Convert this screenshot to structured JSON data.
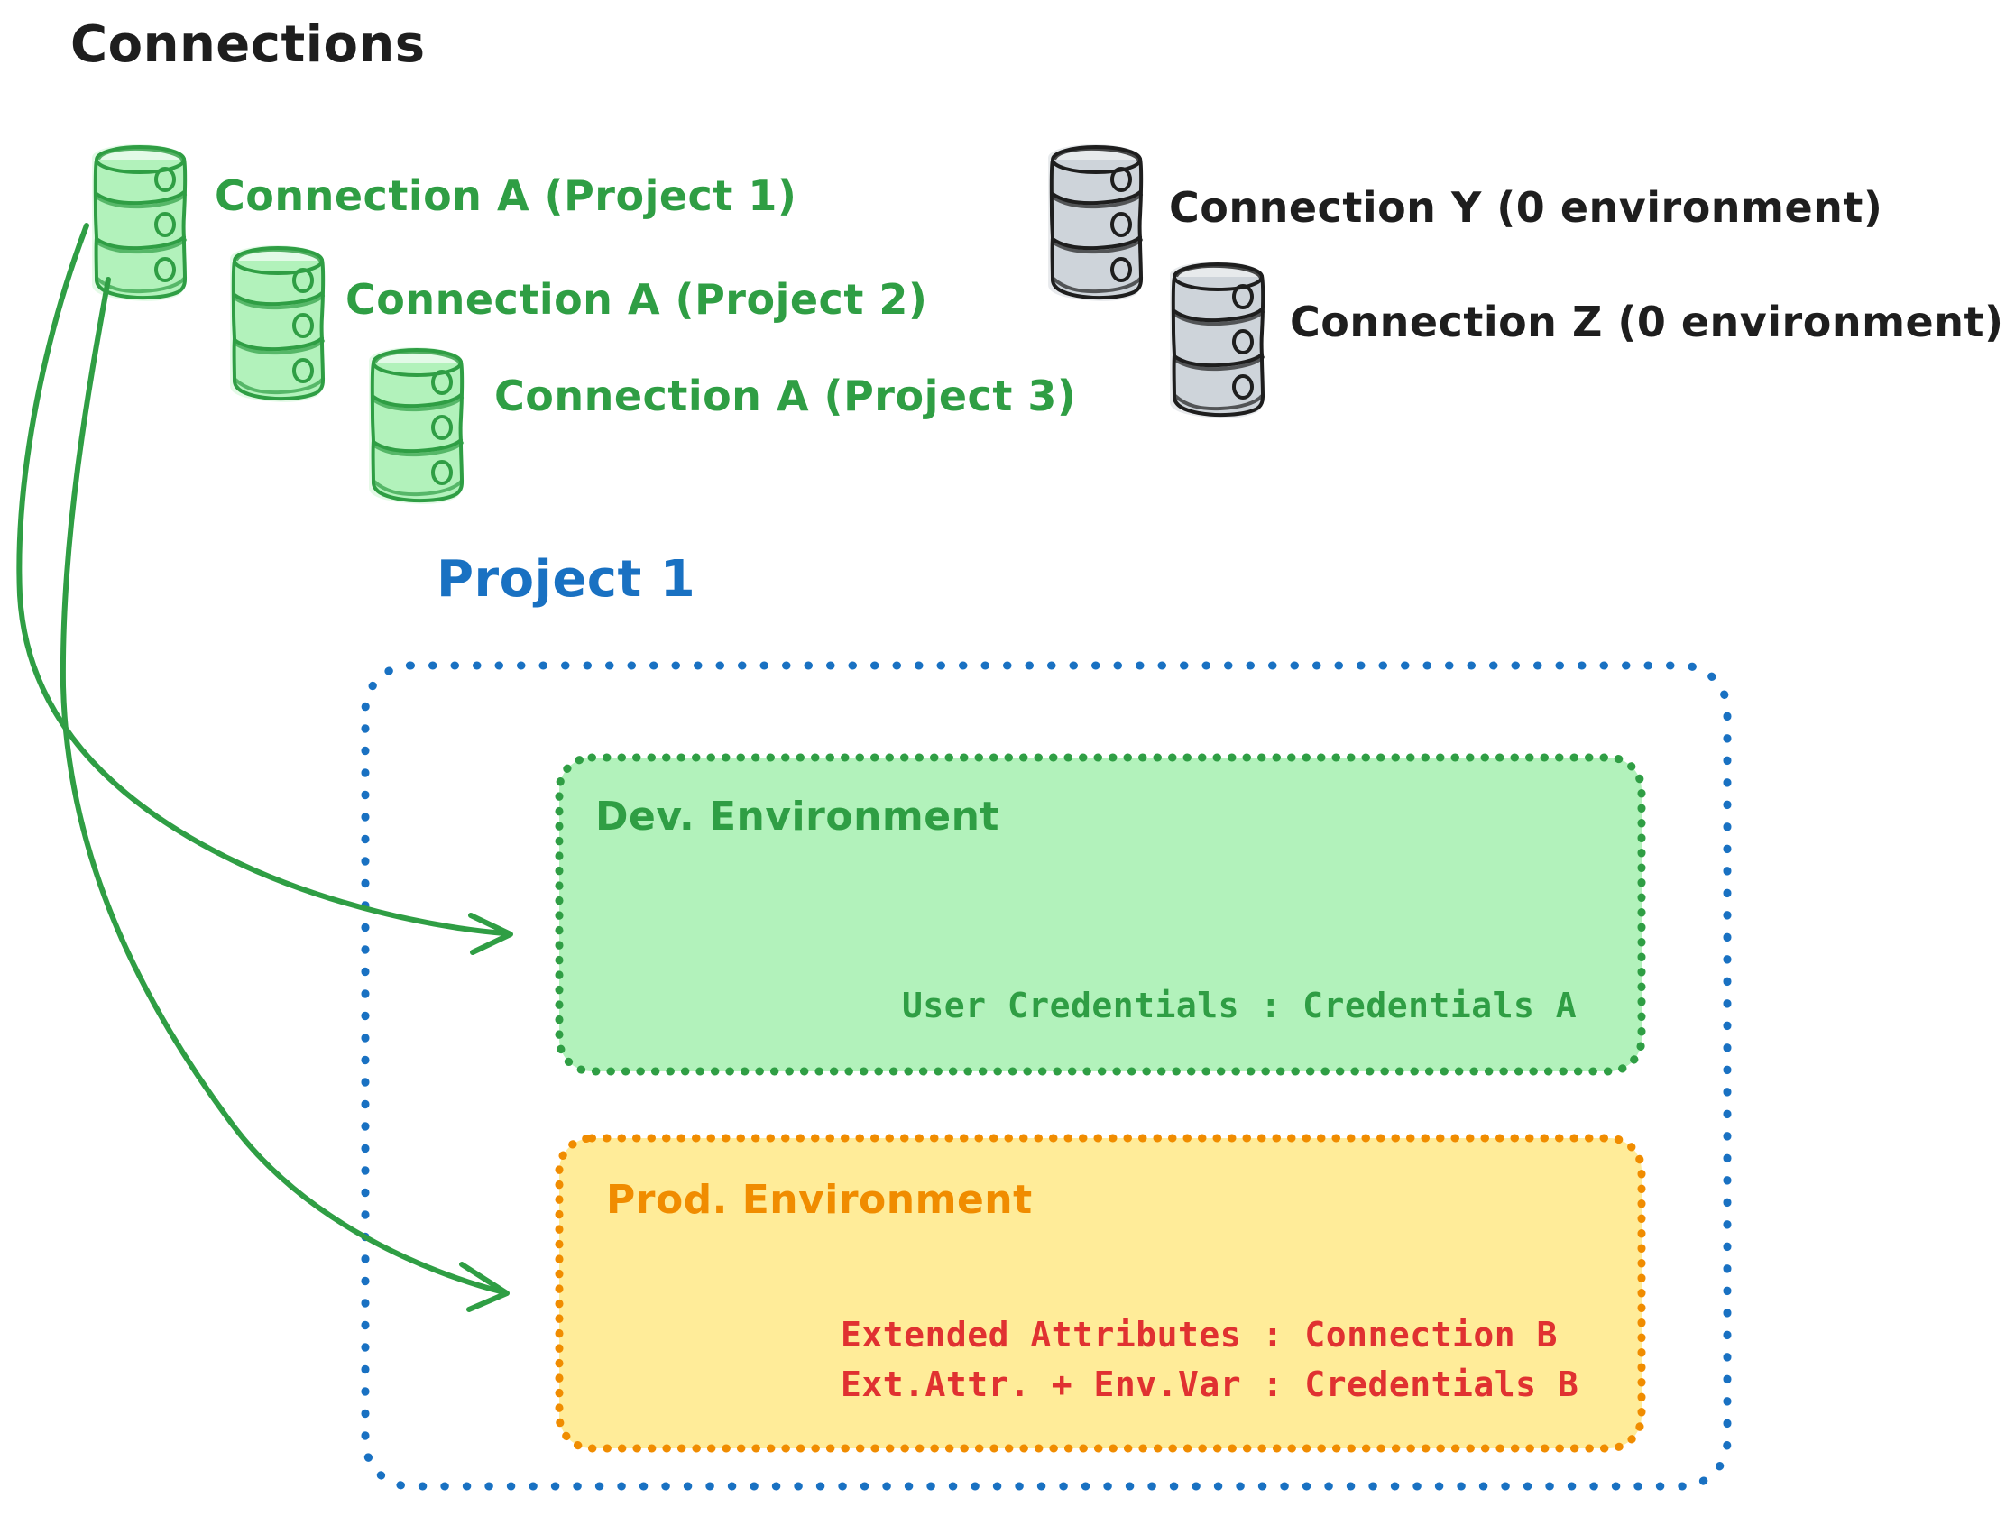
{
  "diagram": {
    "title": "Connections",
    "connections_green": [
      {
        "label": "Connection A (Project 1)",
        "icon": "database-cylinder-icon",
        "color": "#2f9e44"
      },
      {
        "label": "Connection A (Project 2)",
        "icon": "database-cylinder-icon",
        "color": "#2f9e44"
      },
      {
        "label": "Connection A (Project 3)",
        "icon": "database-cylinder-icon",
        "color": "#2f9e44"
      }
    ],
    "connections_gray": [
      {
        "label": "Connection Y (0 environment)",
        "icon": "database-cylinder-icon",
        "color": "#1e1e1e"
      },
      {
        "label": "Connection Z (0 environment)",
        "icon": "database-cylinder-icon",
        "color": "#1e1e1e"
      }
    ],
    "project": {
      "title": "Project 1",
      "border_color": "#1971c2",
      "environments": [
        {
          "name": "Dev. Environment",
          "fill": "#b2f2bb",
          "stroke": "#2f9e44",
          "title_color": "#2f9e44",
          "detail_color": "#2f9e44",
          "details": [
            "User Credentials : Credentials A"
          ]
        },
        {
          "name": "Prod. Environment",
          "fill": "#ffec99",
          "stroke": "#f08c00",
          "title_color": "#f08c00",
          "detail_color": "#e03131",
          "details": [
            "Extended Attributes : Connection B",
            "Ext.Attr. + Env.Var : Credentials B"
          ]
        }
      ]
    },
    "arrows": [
      {
        "name": "arrow-connection-a-to-dev-environment",
        "color": "#2f9e44"
      },
      {
        "name": "arrow-connection-a-to-prod-environment",
        "color": "#2f9e44"
      }
    ]
  }
}
